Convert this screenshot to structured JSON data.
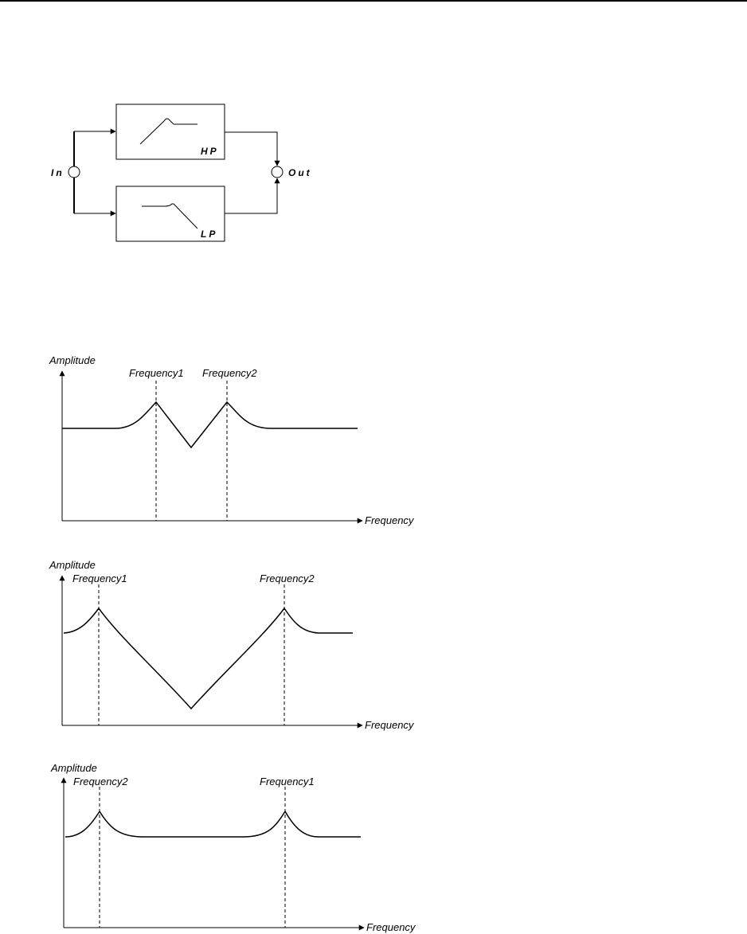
{
  "diagram": {
    "input_label": "In",
    "output_label": "Out",
    "highpass_label": "HP",
    "lowpass_label": "LP"
  },
  "plots": [
    {
      "y_axis_label": "Amplitude",
      "x_axis_label": "Frequency",
      "marker_left_label": "Frequency1",
      "marker_right_label": "Frequency2"
    },
    {
      "y_axis_label": "Amplitude",
      "x_axis_label": "Frequency",
      "marker_left_label": "Frequency1",
      "marker_right_label": "Frequency2"
    },
    {
      "y_axis_label": "Amplitude",
      "x_axis_label": "Frequency",
      "marker_left_label": "Frequency2",
      "marker_right_label": "Frequency1"
    }
  ],
  "colors": {
    "stroke": "#000000",
    "background": "#ffffff"
  }
}
